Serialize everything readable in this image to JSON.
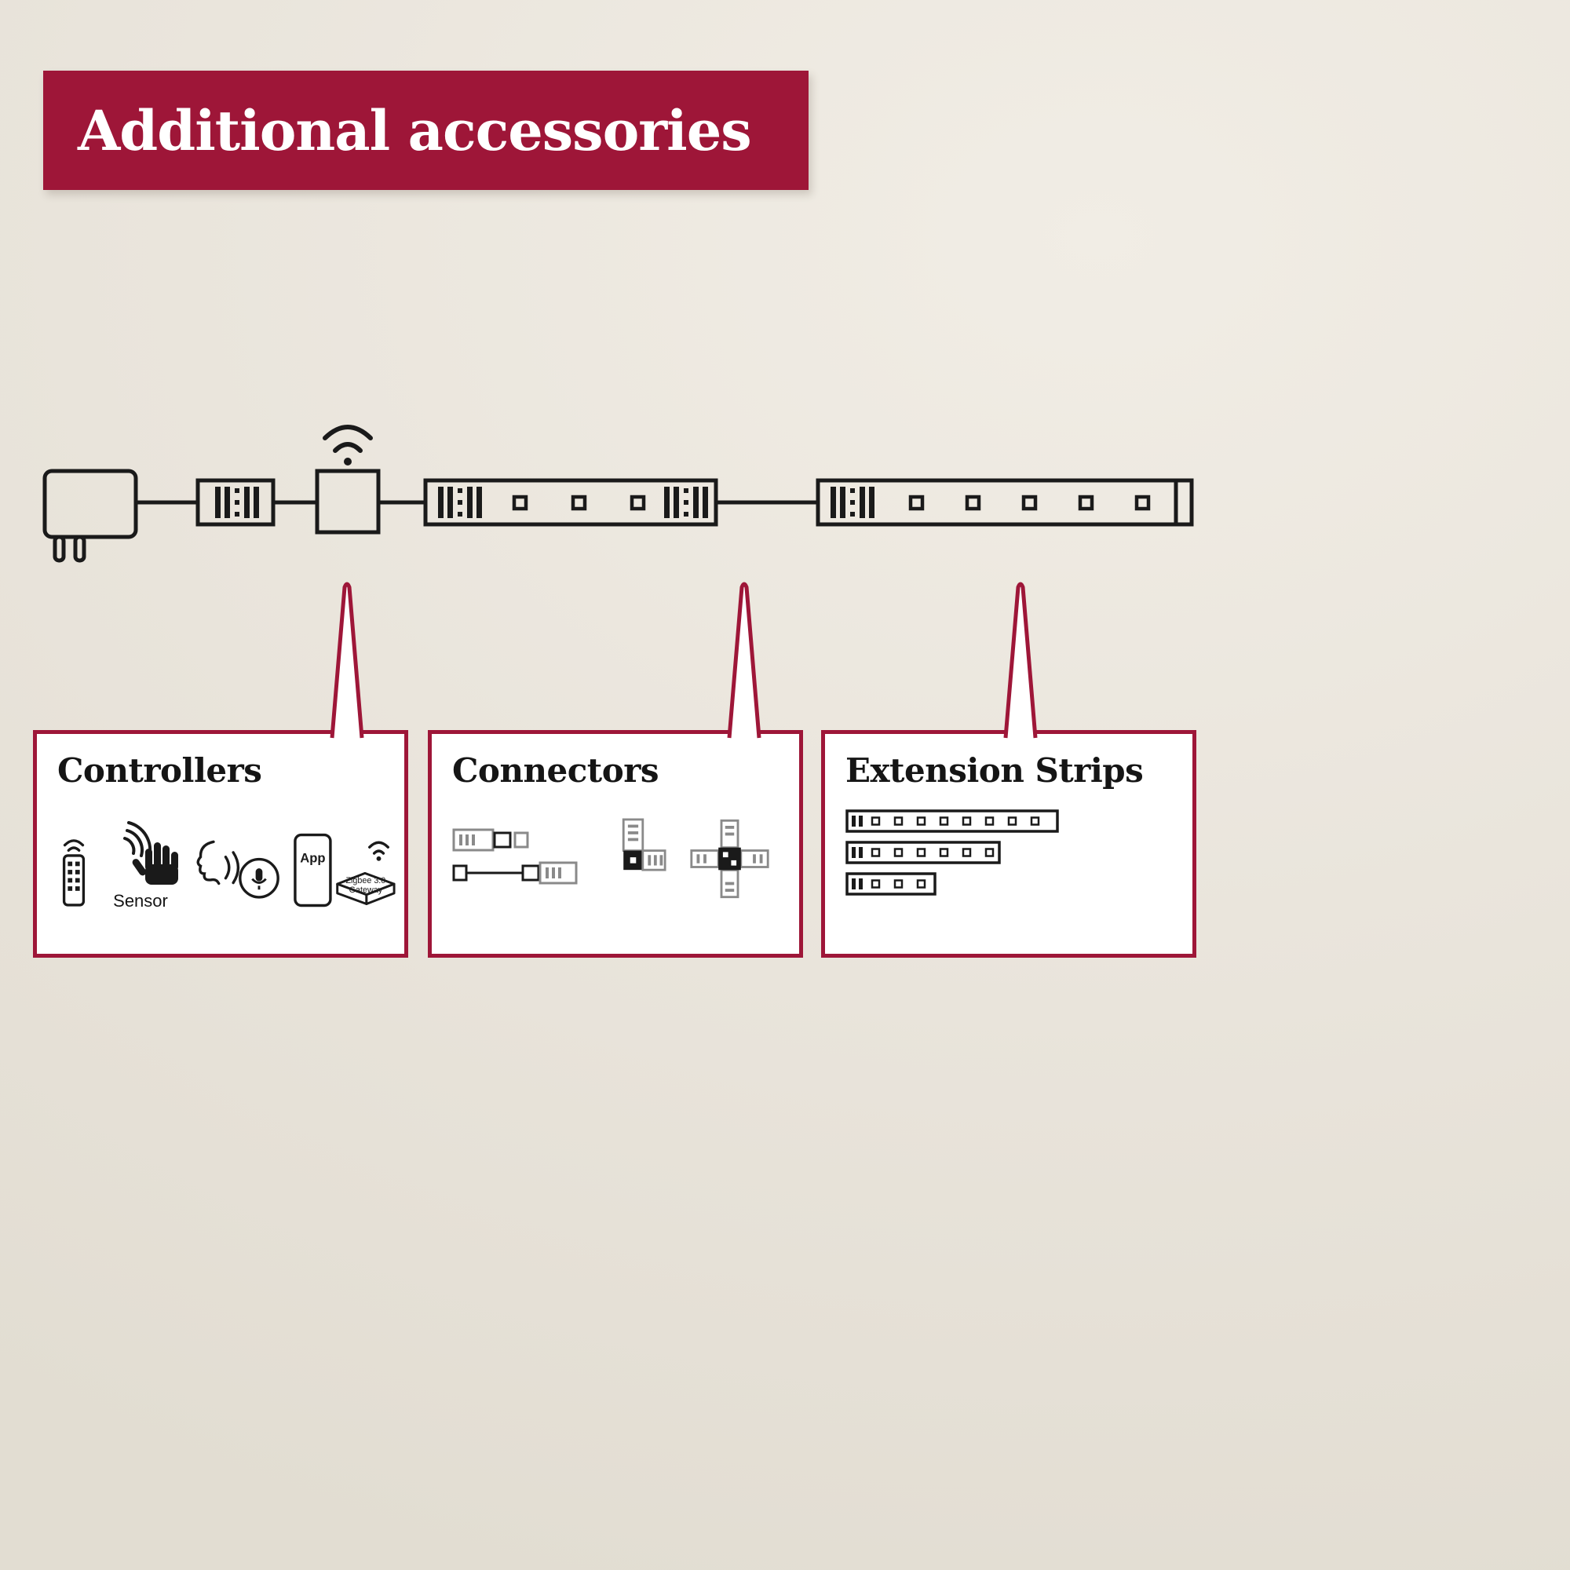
{
  "header": {
    "title": "Additional accessories"
  },
  "colors": {
    "accent_red": "#9E1638",
    "background": "#E9E4DB",
    "line_art": "#1A1A1A",
    "panel": "#FFFFFF"
  },
  "diagram": {
    "components": [
      "power-adapter",
      "strip-connector",
      "wifi-controller",
      "led-strip",
      "extension-strip"
    ]
  },
  "callouts": [
    {
      "title": "Controllers",
      "labels": {
        "sensor": "Sensor",
        "app": "App",
        "gateway_line1": "Zigbee 3.0",
        "gateway_line2": "Gateway"
      },
      "icons": [
        "remote-control-icon",
        "motion-sensor-icon",
        "voice-control-icon",
        "app-gateway-icon"
      ]
    },
    {
      "title": "Connectors",
      "icons": [
        "cable-connector-icon",
        "corner-connector-icon",
        "cross-connector-icon"
      ]
    },
    {
      "title": "Extension Strips",
      "icons": [
        "extension-strip-long-icon",
        "extension-strip-medium-icon",
        "extension-strip-short-icon"
      ]
    }
  ]
}
